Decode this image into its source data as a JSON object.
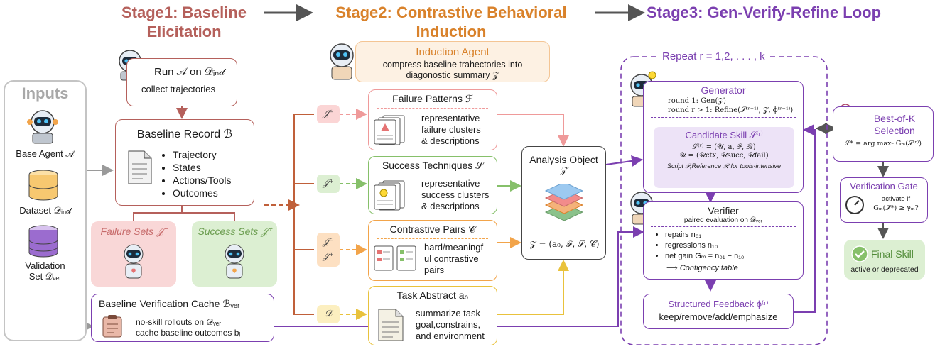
{
  "stages": {
    "s1": "Stage1: Baseline\nElicitation",
    "s2": "Stage2: Contrastive Behavioral\nInduction",
    "s3": "Stage3: Gen-Verify-Refine Loop"
  },
  "inputs": {
    "title": "Inputs",
    "base_agent": "Base Agent 𝒜",
    "dataset": "Dataset 𝒟ᵢₙ𝒹",
    "validation": "Validation\nSet 𝒟ᵥₑᵣ"
  },
  "run": {
    "title": "Run 𝒜 on 𝒟ᵢₙ𝒹",
    "sub": "collect trajectories"
  },
  "baseline_record": {
    "title": "Baseline Record ℬ",
    "items": [
      "Trajectory",
      "States",
      "Actions/Tools",
      "Outcomes"
    ]
  },
  "failure_sets": "Failure Sets 𝒥⁻",
  "success_sets": "Success Sets 𝒥⁺",
  "cache": {
    "title": "Baseline Verification Cache ℬᵥₑᵣ",
    "line1": "no-skill rollouts on 𝒟ᵥₑᵣ",
    "line2": "cache baseline outcomes bⱼ"
  },
  "induction": {
    "title": "Induction Agent",
    "sub": "compress baseline trahectories into\ndiagonostic summary 𝒵"
  },
  "tags": {
    "fail": "𝒥⁻",
    "succ": "𝒥⁺",
    "contrast1": "𝒥⁻",
    "contrast2": "𝒥⁺",
    "data": "𝒟"
  },
  "failure_patterns": {
    "title": "Failure Patterns ℱ",
    "desc": "representative\nfailure clusters\n& descriptions"
  },
  "success_tech": {
    "title": "Success Techniques 𝒮",
    "desc": "representative\nsuccess clusters\n& descriptions"
  },
  "contrastive": {
    "title": "Contrastive Pairs 𝒞",
    "desc": "hard/meaningf\nul contrastive\npairs"
  },
  "task_abstract": {
    "title": "Task Abstract a₀",
    "desc": "summarize task\ngoal,constrains,\nand environment"
  },
  "analysis": {
    "title": "Analysis Object",
    "z": "𝒵",
    "formula": "𝒵 = (a₀, ℱ, 𝒮, 𝒞)"
  },
  "repeat": "Repeat r = 1,2, . . . , k",
  "generator": {
    "title": "Generator",
    "r1": "round 1: Gen(𝒵)",
    "r2": "round r > 1: Refine(𝒮⁽ʳ⁻¹⁾, 𝒵, ϕ⁽ʳ⁻¹⁾)",
    "cand_title": "Candidate Skill 𝒮⁽ʳ⁾",
    "cand1": "𝒮⁽ʳ⁾ = (𝒰, a, 𝒫, ℛ)",
    "cand2": "𝒰 = (𝒰ctx, 𝒰succ, 𝒰fail)",
    "cand3": "Script 𝒫,Reference ℛ for tools-intensive"
  },
  "verifier": {
    "title": "Verifier",
    "sub": "paired evaluation on 𝒟ᵥₑᵣ",
    "items": [
      "repairs n₀₁",
      "regressions n₁₀",
      "net gain Gₘ = n₀₁ − n₁₀"
    ],
    "table": "Contigency table"
  },
  "feedback": {
    "title": "Structured Feedback ϕ⁽ʳ⁾",
    "sub": "keep/remove/add/emphasize"
  },
  "best_of_k": {
    "title": "Best-of-K\nSelection",
    "formula": "𝒮* = arg maxᵣ Gₘ(𝒮⁽ʳ⁾)"
  },
  "gate": {
    "title": "Verification Gate",
    "line1": "activate if",
    "line2": "Gₘ(𝒮*) ≥ γₘ?"
  },
  "final": {
    "title": "Final Skill",
    "sub": "active or deprecated"
  },
  "colors": {
    "stage1": "#b5605b",
    "stage2": "#d9822b",
    "stage3": "#7b3fb0",
    "purple": "#7b3fb0",
    "red": "#b5605b",
    "green": "#86c06a",
    "orange": "#f2a44a"
  }
}
